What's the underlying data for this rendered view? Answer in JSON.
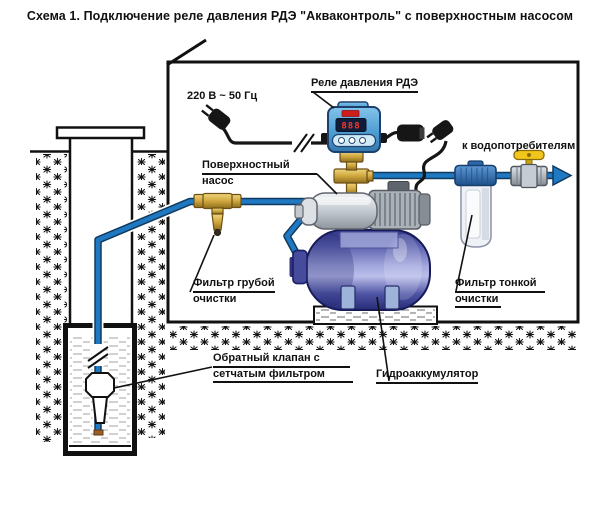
{
  "title": "Схема 1. Подключение реле давления РДЭ \"Акваконтроль\" с поверхностным насосом",
  "labels": {
    "power_supply": "220 В ~ 50 Гц",
    "pressure_relay": "Реле давления РДЭ",
    "surface_pump_line1": "Поверхностный",
    "surface_pump_line2": "насос",
    "to_consumers": "к водопотребителям",
    "coarse_filter_line1": "Фильтр грубой",
    "coarse_filter_line2": "очистки",
    "fine_filter_line1": "Фильтр тонкой",
    "fine_filter_line2": "очистки",
    "check_valve_line1": "Обратный клапан с",
    "check_valve_line2": "сетчатым фильтром",
    "hydroaccumulator": "Гидроаккумулятор"
  },
  "relay": {
    "display_value": "888"
  },
  "colors": {
    "pipe_blue": "#1e78c2",
    "pipe_outline": "#123a5e",
    "display_red": "#ff3524",
    "valve_handle_yellow": "#f2c51d",
    "text": "#111111"
  }
}
